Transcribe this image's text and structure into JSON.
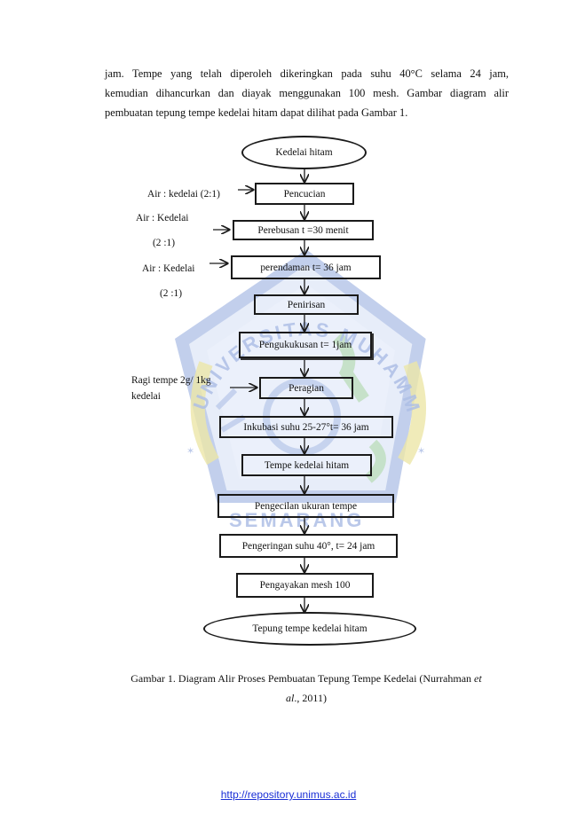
{
  "paragraph": {
    "line1": "jam. Tempe yang telah diperoleh dikeringkan  pada suhu 40°C selama 24 jam,",
    "line2": "kemudian dihancurkan dan diayak menggunakan 100 mesh. Gambar diagram alir",
    "line3": "pembuatan tepung tempe kedelai hitam dapat dilihat pada Gambar 1."
  },
  "flowchart": {
    "start": "Kedelai hitam",
    "steps": [
      "Pencucian",
      "Perebusan t =30  menit",
      "perendaman t= 36 jam",
      "Penirisan",
      "Pengukukusan t= 1jam",
      "Peragian",
      "Inkubasi suhu 25-27°t= 36 jam",
      "Tempe kedelai hitam",
      "Pengecilan ukuran tempe",
      "Pengeringan suhu 40°, t= 24 jam",
      "Pengayakan mesh 100"
    ],
    "end": "Tepung tempe kedelai hitam",
    "inputs": {
      "air1": "Air : kedelai (2:1)",
      "air2_a": "Air : Kedelai",
      "air2_b": "(2 :1)",
      "air3_a": "Air : Kedelai",
      "air3_b": "(2 :1)",
      "ragi_a": "Ragi tempe 2g/ 1kg",
      "ragi_b": "kedelai"
    }
  },
  "caption": {
    "text": "Gambar 1. Diagram Alir Proses Pembuatan Tepung Tempe Kedelai (Nurrahman ",
    "italic": "et",
    "line2_italic": "al",
    "line2_rest": "., 2011)"
  },
  "footer": {
    "link": "http://repository.unimus.ac.id"
  },
  "watermark": {
    "text_top": "UNIVERSITAS MUHAMMADIYAH",
    "text_bottom": "SEMARANG"
  },
  "colors": {
    "watermark_blue": "#aebfe6",
    "watermark_yellow": "#ece6a8",
    "watermark_green": "#b9dcb8",
    "link_blue": "#1a2fd6"
  }
}
